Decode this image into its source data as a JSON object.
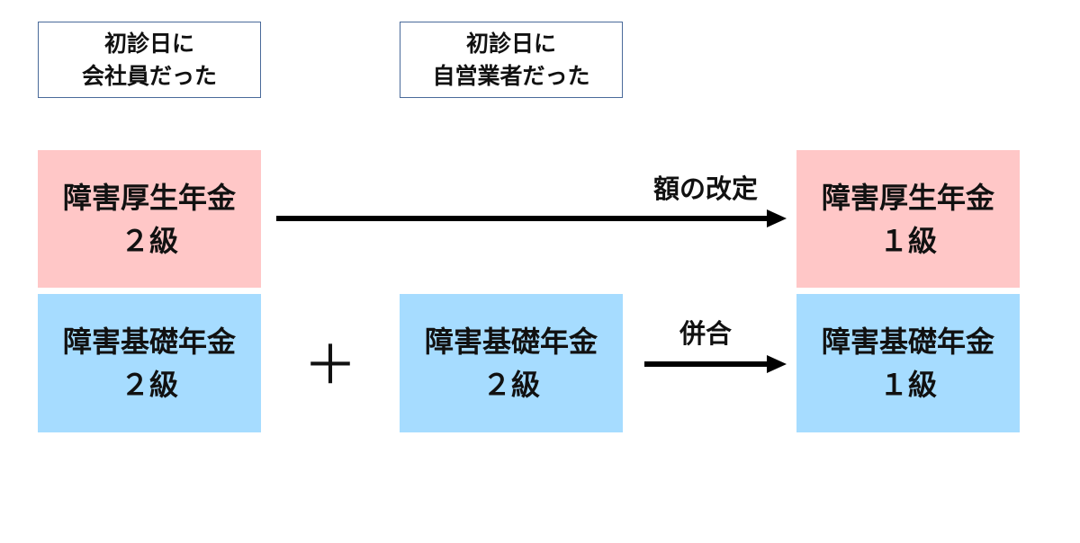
{
  "headers": {
    "employee": {
      "line1": "初診日に",
      "line2": "会社員だった"
    },
    "self_employed": {
      "line1": "初診日に",
      "line2": "自営業者だった"
    }
  },
  "boxes": {
    "left_welfare": {
      "line1": "障害厚生年金",
      "line2": "２級"
    },
    "left_basic": {
      "line1": "障害基礎年金",
      "line2": "２級"
    },
    "middle_basic": {
      "line1": "障害基礎年金",
      "line2": "２級"
    },
    "right_welfare": {
      "line1": "障害厚生年金",
      "line2": "１級"
    },
    "right_basic": {
      "line1": "障害基礎年金",
      "line2": "１級"
    }
  },
  "operators": {
    "plus": "＋"
  },
  "arrows": {
    "top_label": "額の改定",
    "bottom_label": "併合"
  },
  "colors": {
    "welfare_pension": "#ffc7c7",
    "basic_pension": "#a6dcff",
    "header_border": "#4a6a9a",
    "arrow": "#000000"
  }
}
